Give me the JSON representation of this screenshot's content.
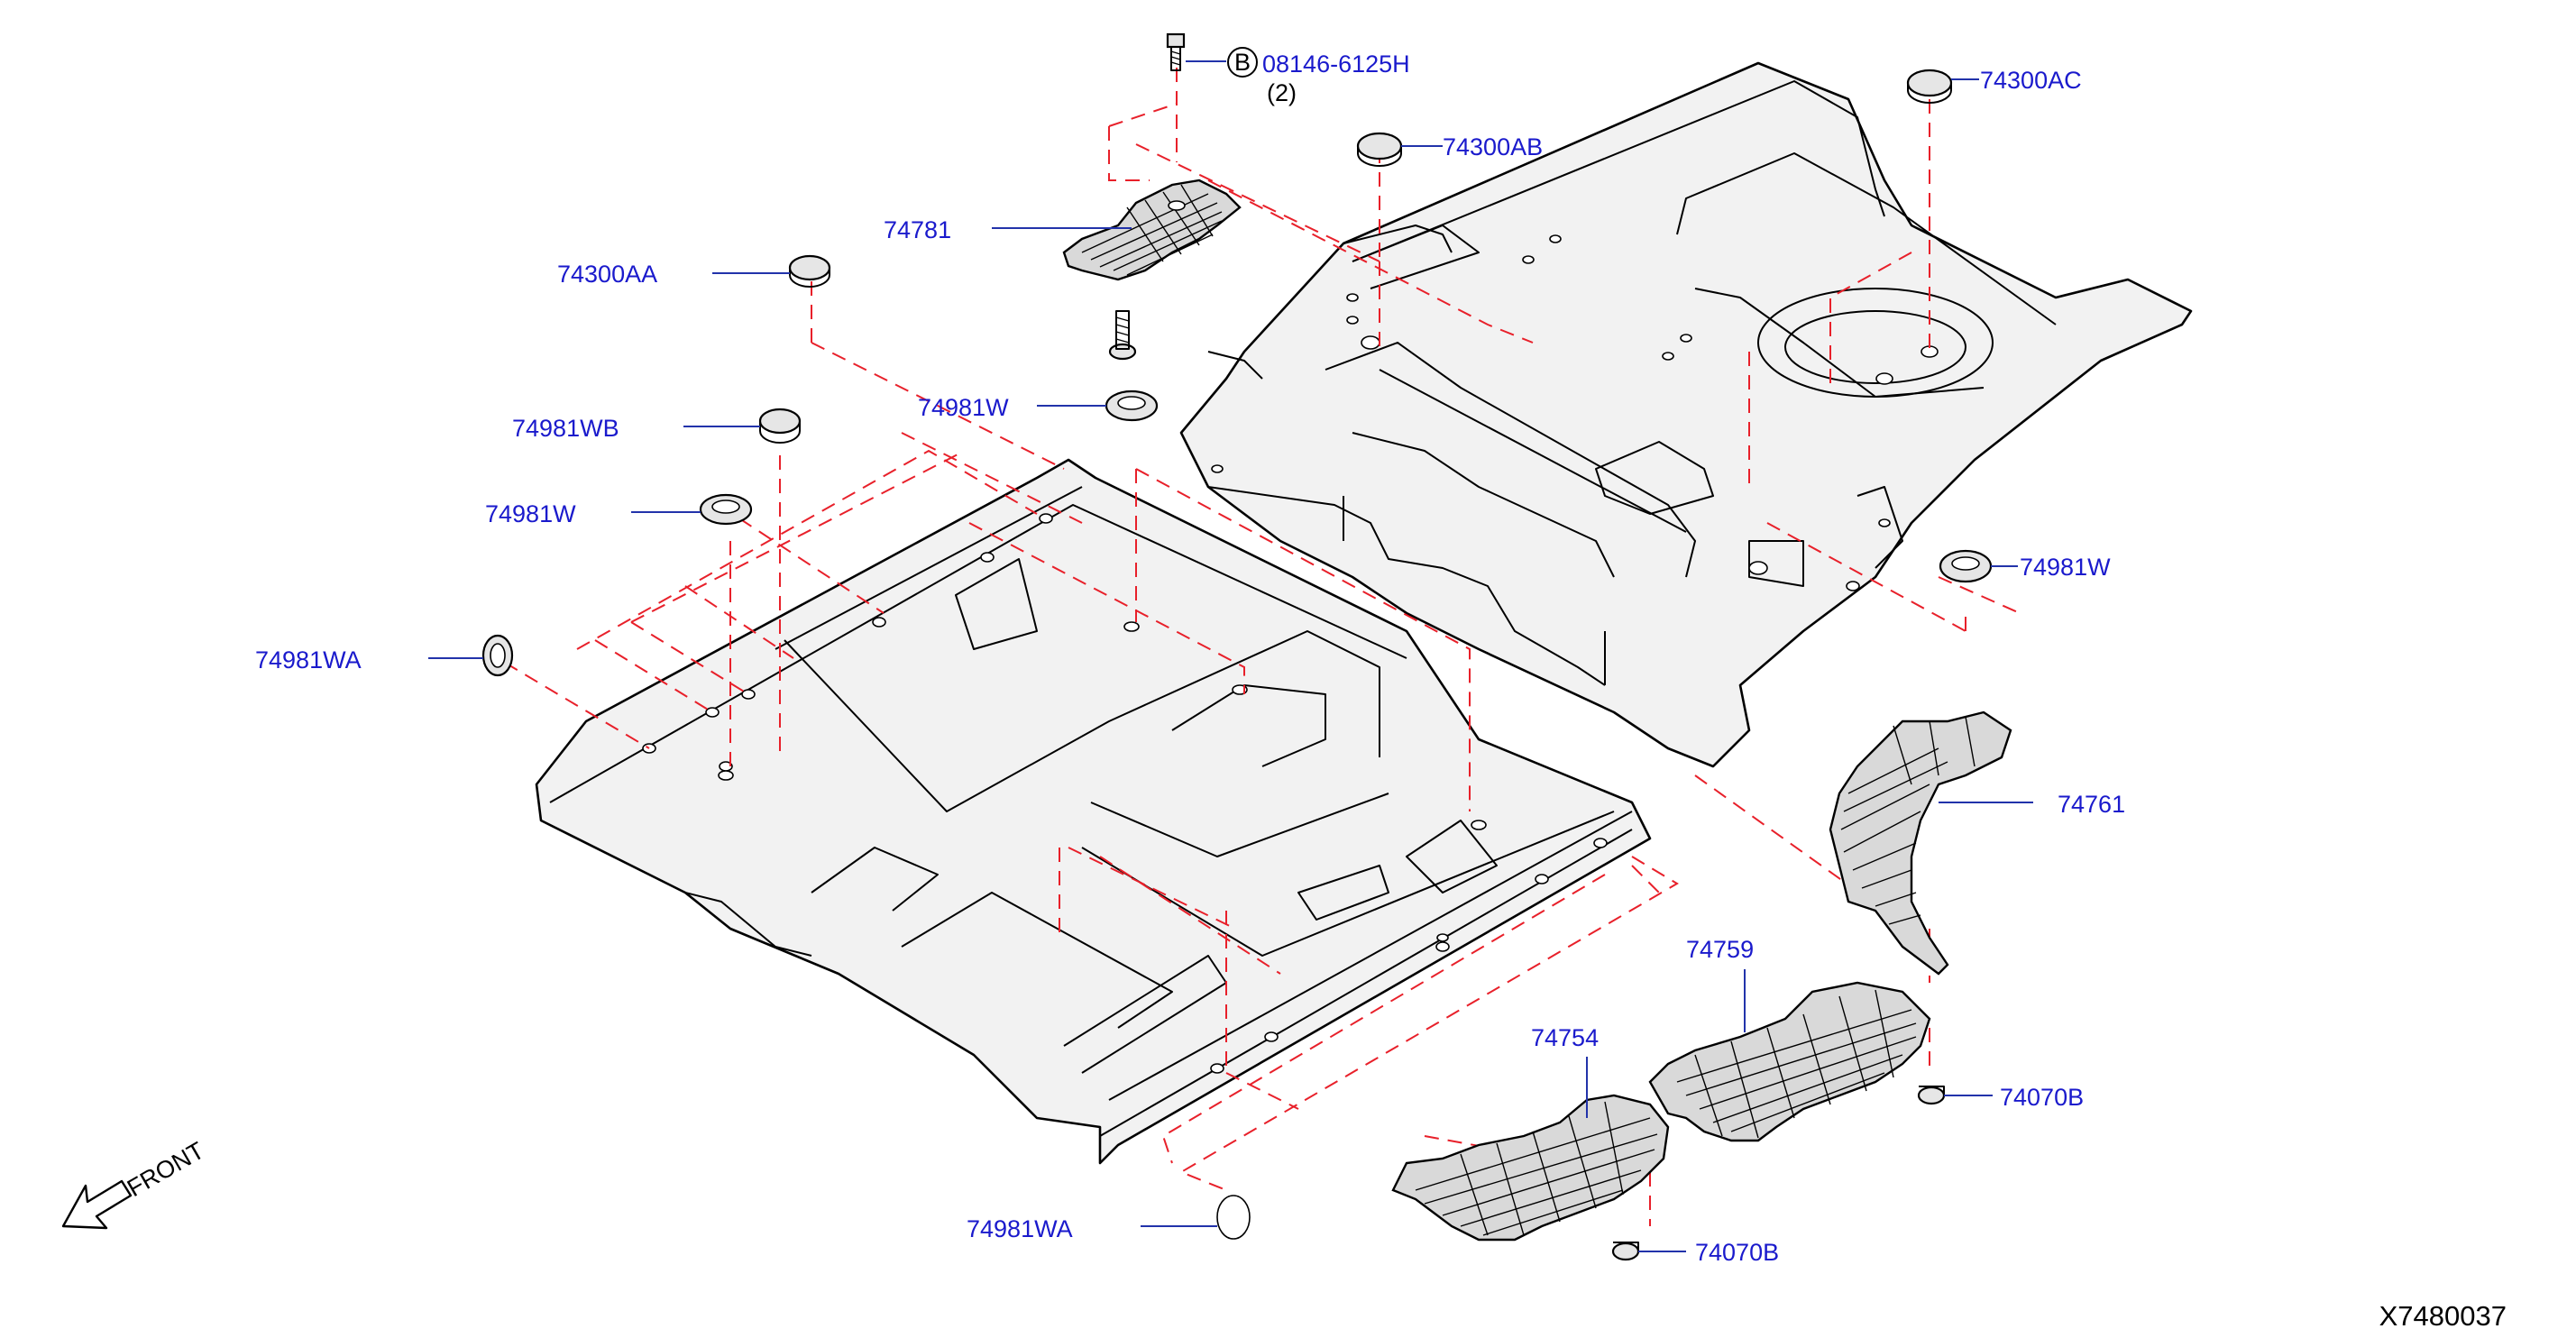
{
  "labels": {
    "bolt": "08146-6125H",
    "bolt_qty": "(2)",
    "bolt_marker": "B",
    "p74300AC": "74300AC",
    "p74300AB": "74300AB",
    "p74781": "74781",
    "p74300AA": "74300AA",
    "p74981W_center": "74981W",
    "p74981WB": "74981WB",
    "p74981W_left": "74981W",
    "p74981WA_left": "74981WA",
    "p74981W_right": "74981W",
    "p74761": "74761",
    "p74759": "74759",
    "p74754": "74754",
    "p74070B_right": "74070B",
    "p74070B_bottom": "74070B",
    "p74981WA_bottom": "74981WA",
    "front": "FRONT",
    "drawing_no": "X7480037"
  },
  "colors": {
    "label": "#1a1acc",
    "leader": "#2233aa",
    "dashed_line": "#e8202a",
    "outline": "#000000"
  }
}
